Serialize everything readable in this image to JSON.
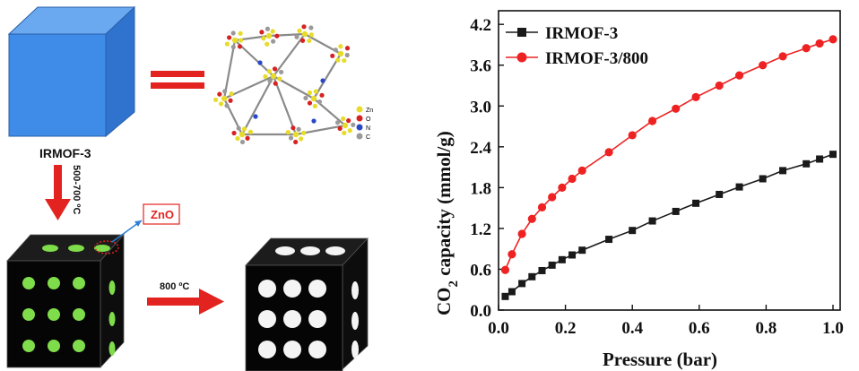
{
  "scheme": {
    "mof_label": "IRMOF-3",
    "temp_range_label": "500-700 ºC",
    "zno_label": "ZnO",
    "second_step_label": "800 ºC",
    "structure_legend": [
      "Zn",
      "O",
      "N",
      "C"
    ],
    "colors": {
      "cube_blue": "#3f8be8",
      "arrow_red": "#e3231f",
      "zno_green": "#7fdc4b",
      "zn_atom": "#e8dc2a",
      "o_atom": "#d62222",
      "n_atom": "#2848c8",
      "c_atom": "#9a9a9a"
    }
  },
  "chart_data": {
    "type": "line",
    "xlabel": "Pressure (bar)",
    "ylabel": "CO2 capacity (mmol/g)",
    "ylabel_main": "CO",
    "ylabel_sub": "2",
    "ylabel_rest": " capacity (mmol/g)",
    "xlim": [
      0.0,
      1.0
    ],
    "ylim": [
      0.0,
      4.4
    ],
    "xticks": [
      "0.0",
      "0.2",
      "0.4",
      "0.6",
      "0.8",
      "1.0"
    ],
    "yticks": [
      "0.0",
      "0.6",
      "1.2",
      "1.8",
      "2.4",
      "3.0",
      "3.6",
      "4.2"
    ],
    "legend_position": "top-left",
    "series": [
      {
        "name": "IRMOF-3",
        "color": "#1a1a1a",
        "marker": "square",
        "x": [
          0.02,
          0.04,
          0.07,
          0.1,
          0.13,
          0.16,
          0.19,
          0.22,
          0.25,
          0.33,
          0.4,
          0.46,
          0.53,
          0.59,
          0.66,
          0.72,
          0.79,
          0.85,
          0.92,
          0.96,
          1.0
        ],
        "y": [
          0.2,
          0.27,
          0.39,
          0.49,
          0.58,
          0.66,
          0.74,
          0.81,
          0.88,
          1.04,
          1.17,
          1.31,
          1.45,
          1.57,
          1.7,
          1.81,
          1.93,
          2.05,
          2.15,
          2.22,
          2.29
        ]
      },
      {
        "name": "IRMOF-3/800",
        "color": "#ee2222",
        "marker": "circle",
        "x": [
          0.02,
          0.04,
          0.07,
          0.1,
          0.13,
          0.16,
          0.19,
          0.22,
          0.25,
          0.33,
          0.4,
          0.46,
          0.53,
          0.59,
          0.66,
          0.72,
          0.79,
          0.85,
          0.92,
          0.96,
          1.0
        ],
        "y": [
          0.59,
          0.82,
          1.12,
          1.34,
          1.51,
          1.66,
          1.8,
          1.93,
          2.05,
          2.32,
          2.57,
          2.78,
          2.96,
          3.13,
          3.3,
          3.45,
          3.6,
          3.73,
          3.85,
          3.92,
          3.98
        ]
      }
    ]
  }
}
